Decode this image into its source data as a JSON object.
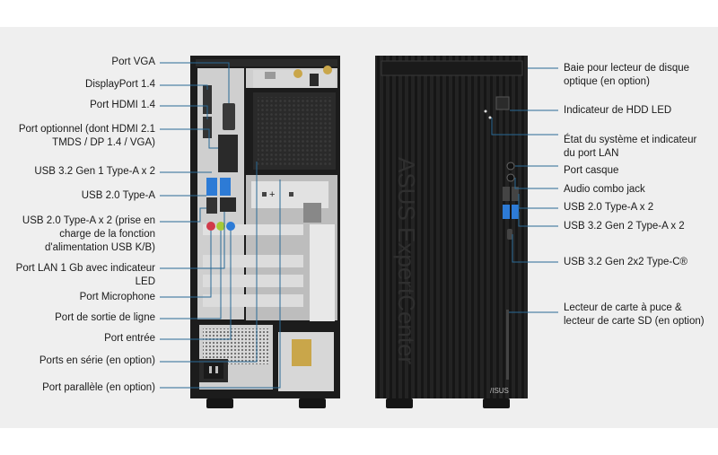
{
  "colors": {
    "background": "#efefef",
    "leader": "#2a6a96",
    "chassis": "#1c1c1c",
    "panel_silver": "#cfcfcf",
    "port_blue": "#2d7bd6",
    "port_pink": "#d03a4a",
    "port_green": "#a6c936",
    "port_lime": "#7ea32a"
  },
  "rear_labels": [
    "Port VGA",
    "DisplayPort 1.4",
    "Port HDMI 1.4",
    "Port optionnel (dont HDMI 2.1\nTMDS / DP 1.4 / VGA)",
    "USB 3.2 Gen 1 Type-A x 2",
    "USB 2.0 Type-A",
    "USB 2.0 Type-A x 2 (prise en\ncharge de la fonction\nd'alimentation USB K/B)",
    "Port LAN 1 Gb avec indicateur\nLED",
    "Port Microphone",
    "Port de sortie de ligne",
    "Port entrée",
    "Ports en série (en option)",
    "Port parallèle (en option)"
  ],
  "front_labels": [
    "Baie pour lecteur de disque\noptique (en option)",
    "Indicateur de HDD LED",
    "État du système et indicateur\ndu port LAN",
    "Port casque",
    "Audio combo jack",
    "USB 2.0 Type-A x 2",
    "USB 3.2 Gen 2 Type-A x 2",
    "USB 3.2 Gen 2x2 Type-C®",
    "Lecteur de carte à puce &\nlecteur de carte SD (en option)"
  ],
  "front_panel": {
    "vertical_text": "ASUS ExpertCenter",
    "logo": "/ISUS"
  },
  "icons": [
    "power-socket-icon",
    "fan-grille-icon",
    "asus-logo-icon"
  ]
}
